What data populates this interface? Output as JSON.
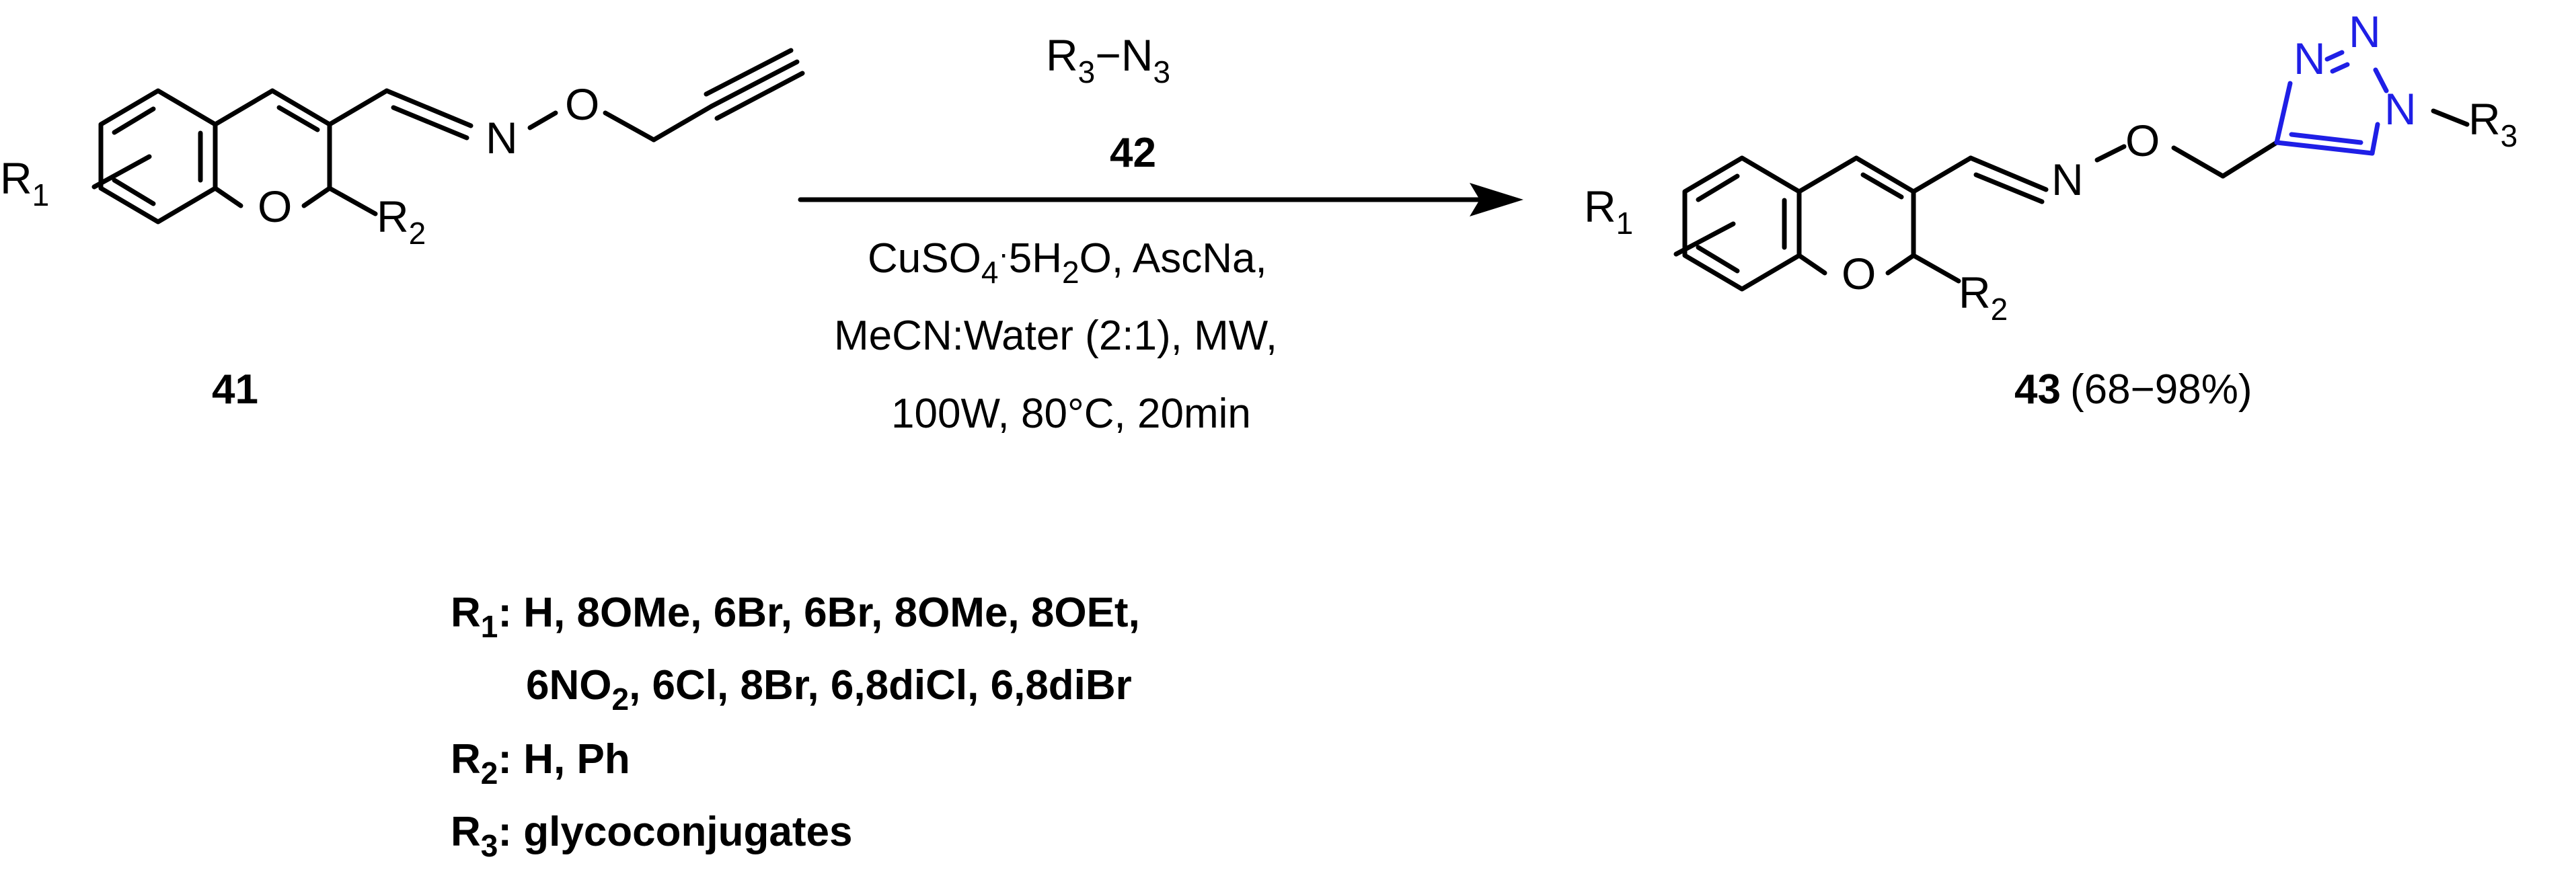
{
  "reactant": {
    "number": "41",
    "substituent_r1": "R",
    "substituent_r1_sub": "1",
    "substituent_r2": "R",
    "substituent_r2_sub": "2",
    "ring_oxygen": "O",
    "oxime_n": "N",
    "oxime_o": "O"
  },
  "reagent": {
    "azide_r": "R",
    "azide_r_sub": "3",
    "azide_n": "N",
    "azide_n_sub": "3",
    "number": "42"
  },
  "conditions": {
    "catalyst_a": "CuSO",
    "catalyst_sub4": "4",
    "catalyst_dot": "·",
    "catalyst_b": "5H",
    "catalyst_sub2": "2",
    "catalyst_c": "O, AscNa,",
    "line2": "MeCN:Water (2:1), MW,",
    "line3": "100W, 80°C, 20min"
  },
  "product": {
    "number": "43",
    "yield": "(68−98%)",
    "substituent_r1": "R",
    "substituent_r1_sub": "1",
    "substituent_r2": "R",
    "substituent_r2_sub": "2",
    "substituent_r3": "R",
    "substituent_r3_sub": "3",
    "ring_oxygen": "O",
    "oxime_n": "N",
    "oxime_o": "O",
    "triazole_n": "N"
  },
  "legend": {
    "r1_label": "R",
    "r1_sub": "1",
    "r1_line1": ": H, 8OMe, 6Br, 6Br, 8OMe, 8OEt,",
    "r1_line2_a": "6NO",
    "r1_line2_sub": "2",
    "r1_line2_b": ", 6Cl, 8Br, 6,8diCl, 6,8diBr",
    "r2_label": "R",
    "r2_sub": "2",
    "r2_values": ": H, Ph",
    "r3_label": "R",
    "r3_sub": "3",
    "r3_values": ": glycoconjugates"
  },
  "colors": {
    "bonds": "#000000",
    "triazole": "#1f1fe6"
  }
}
